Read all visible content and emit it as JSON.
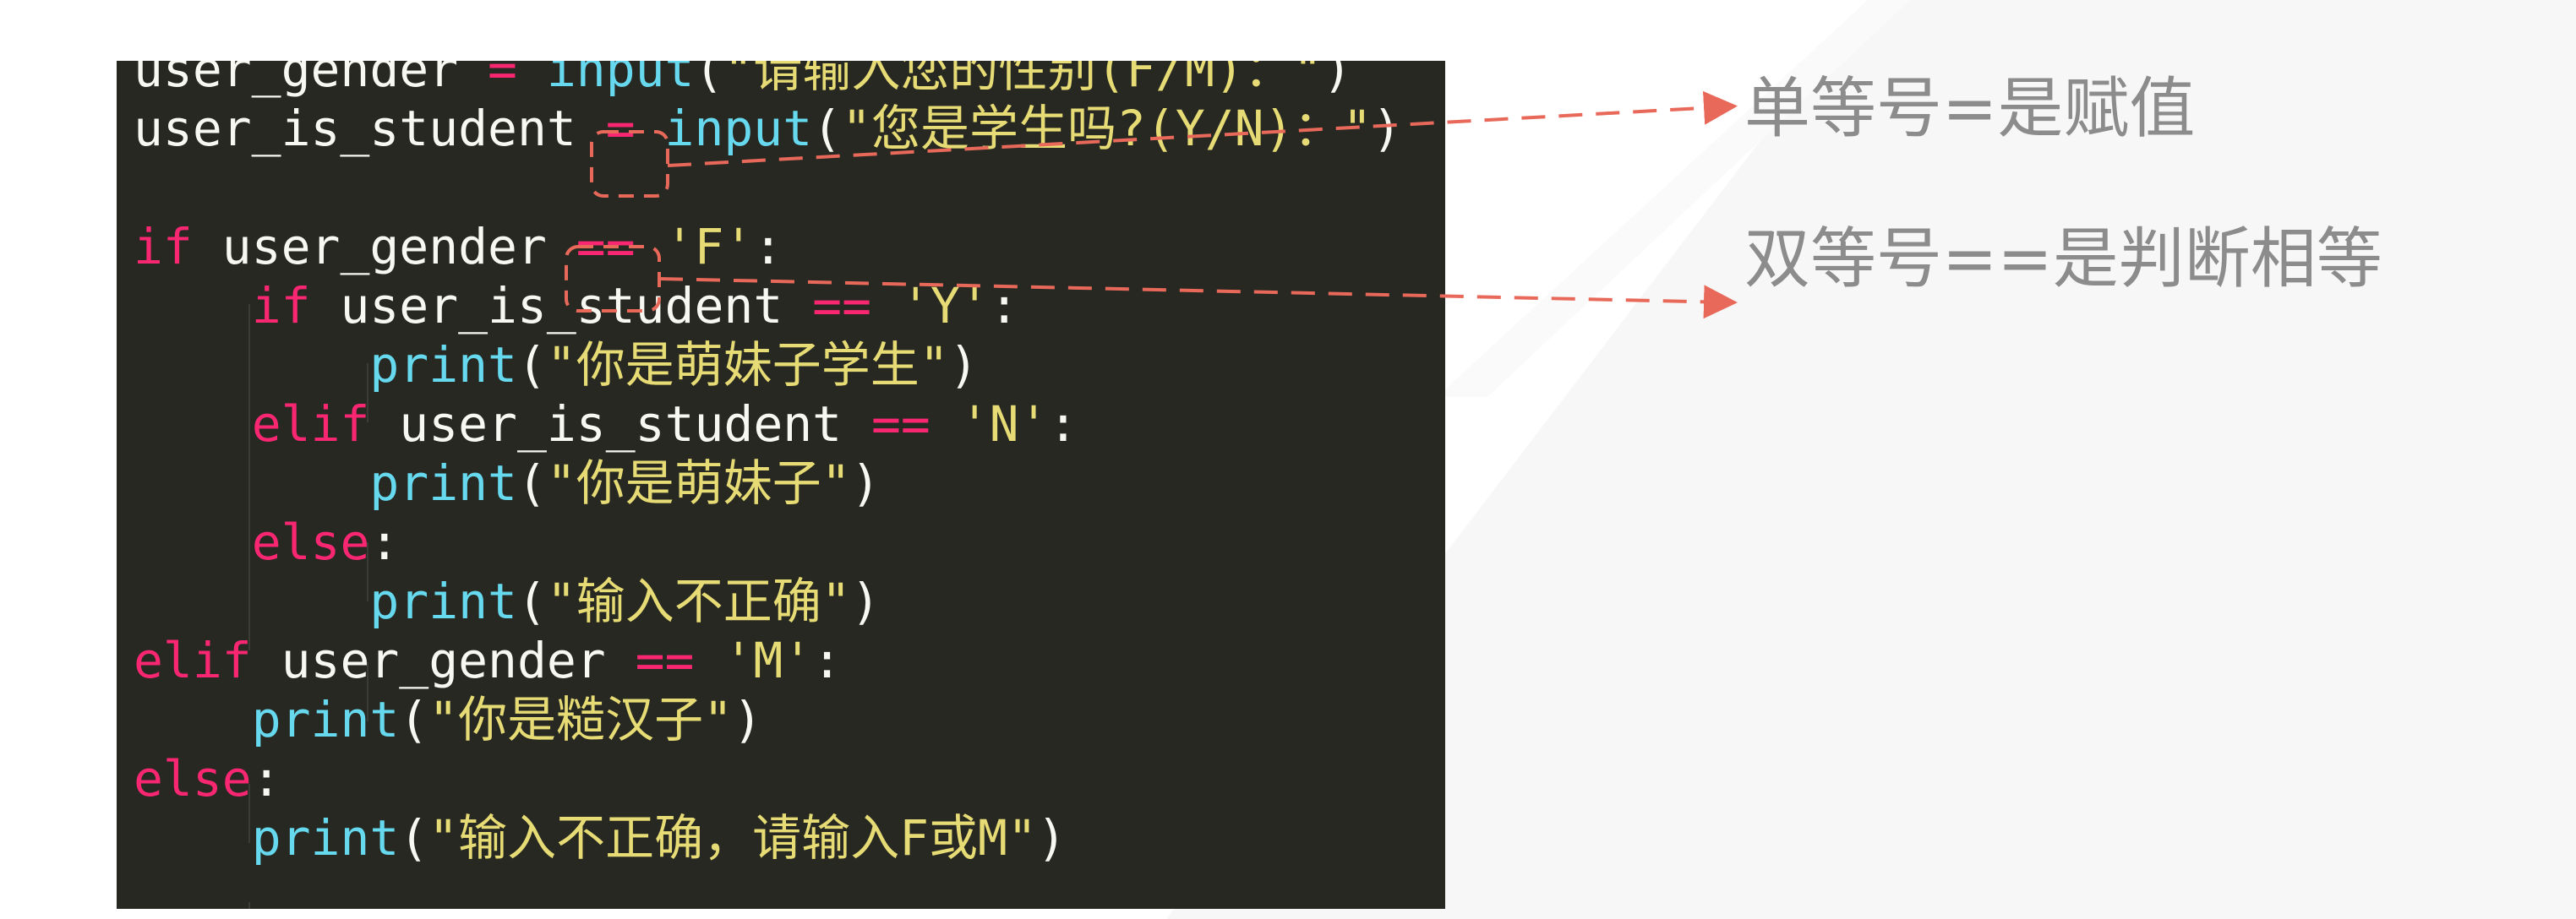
{
  "code": {
    "lines": [
      [
        {
          "t": "user_gender ",
          "c": "plain"
        },
        {
          "t": "=",
          "c": "op"
        },
        {
          "t": " ",
          "c": "plain"
        },
        {
          "t": "input",
          "c": "fn"
        },
        {
          "t": "(",
          "c": "plain"
        },
        {
          "t": "\"请输入您的性别(F/M)：\"",
          "c": "str"
        },
        {
          "t": ")",
          "c": "plain"
        }
      ],
      [
        {
          "t": "user_is_student ",
          "c": "plain"
        },
        {
          "t": "=",
          "c": "op"
        },
        {
          "t": " ",
          "c": "plain"
        },
        {
          "t": "input",
          "c": "fn"
        },
        {
          "t": "(",
          "c": "plain"
        },
        {
          "t": "\"您是学生吗?(Y/N)：\"",
          "c": "str"
        },
        {
          "t": ")",
          "c": "plain"
        }
      ],
      [],
      [
        {
          "t": "if",
          "c": "kw"
        },
        {
          "t": " user_gender ",
          "c": "plain"
        },
        {
          "t": "==",
          "c": "op"
        },
        {
          "t": " ",
          "c": "plain"
        },
        {
          "t": "'F'",
          "c": "str"
        },
        {
          "t": ":",
          "c": "plain"
        }
      ],
      [
        {
          "t": "    ",
          "c": "plain"
        },
        {
          "t": "if",
          "c": "kw"
        },
        {
          "t": " user_is_student ",
          "c": "plain"
        },
        {
          "t": "==",
          "c": "op"
        },
        {
          "t": " ",
          "c": "plain"
        },
        {
          "t": "'Y'",
          "c": "str"
        },
        {
          "t": ":",
          "c": "plain"
        }
      ],
      [
        {
          "t": "        ",
          "c": "plain"
        },
        {
          "t": "print",
          "c": "fn"
        },
        {
          "t": "(",
          "c": "plain"
        },
        {
          "t": "\"你是萌妹子学生\"",
          "c": "str"
        },
        {
          "t": ")",
          "c": "plain"
        }
      ],
      [
        {
          "t": "    ",
          "c": "plain"
        },
        {
          "t": "elif",
          "c": "kw"
        },
        {
          "t": " user_is_student ",
          "c": "plain"
        },
        {
          "t": "==",
          "c": "op"
        },
        {
          "t": " ",
          "c": "plain"
        },
        {
          "t": "'N'",
          "c": "str"
        },
        {
          "t": ":",
          "c": "plain"
        }
      ],
      [
        {
          "t": "        ",
          "c": "plain"
        },
        {
          "t": "print",
          "c": "fn"
        },
        {
          "t": "(",
          "c": "plain"
        },
        {
          "t": "\"你是萌妹子\"",
          "c": "str"
        },
        {
          "t": ")",
          "c": "plain"
        }
      ],
      [
        {
          "t": "    ",
          "c": "plain"
        },
        {
          "t": "else",
          "c": "kw"
        },
        {
          "t": ":",
          "c": "plain"
        }
      ],
      [
        {
          "t": "        ",
          "c": "plain"
        },
        {
          "t": "print",
          "c": "fn"
        },
        {
          "t": "(",
          "c": "plain"
        },
        {
          "t": "\"输入不正确\"",
          "c": "str"
        },
        {
          "t": ")",
          "c": "plain"
        }
      ],
      [
        {
          "t": "elif",
          "c": "kw"
        },
        {
          "t": " user_gender ",
          "c": "plain"
        },
        {
          "t": "==",
          "c": "op"
        },
        {
          "t": " ",
          "c": "plain"
        },
        {
          "t": "'M'",
          "c": "str"
        },
        {
          "t": ":",
          "c": "plain"
        }
      ],
      [
        {
          "t": "    ",
          "c": "plain"
        },
        {
          "t": "print",
          "c": "fn"
        },
        {
          "t": "(",
          "c": "plain"
        },
        {
          "t": "\"你是糙汉子\"",
          "c": "str"
        },
        {
          "t": ")",
          "c": "plain"
        }
      ],
      [
        {
          "t": "else",
          "c": "kw"
        },
        {
          "t": ":",
          "c": "plain"
        }
      ],
      [
        {
          "t": "    ",
          "c": "plain"
        },
        {
          "t": "print",
          "c": "fn"
        },
        {
          "t": "(",
          "c": "plain"
        },
        {
          "t": "\"输入不正确，请输入F或M\"",
          "c": "str"
        },
        {
          "t": ")",
          "c": "plain"
        }
      ]
    ]
  },
  "annotations": {
    "assign_label": "单等号=是赋值",
    "equal_label": "双等号==是判断相等"
  },
  "colors": {
    "code_bg": "#272822",
    "keyword": "#f92672",
    "function": "#66d9ef",
    "string": "#e6db74",
    "text": "#f8f8f2",
    "annotation_arrow": "#e8695a",
    "annotation_text": "#8c8c8c"
  }
}
